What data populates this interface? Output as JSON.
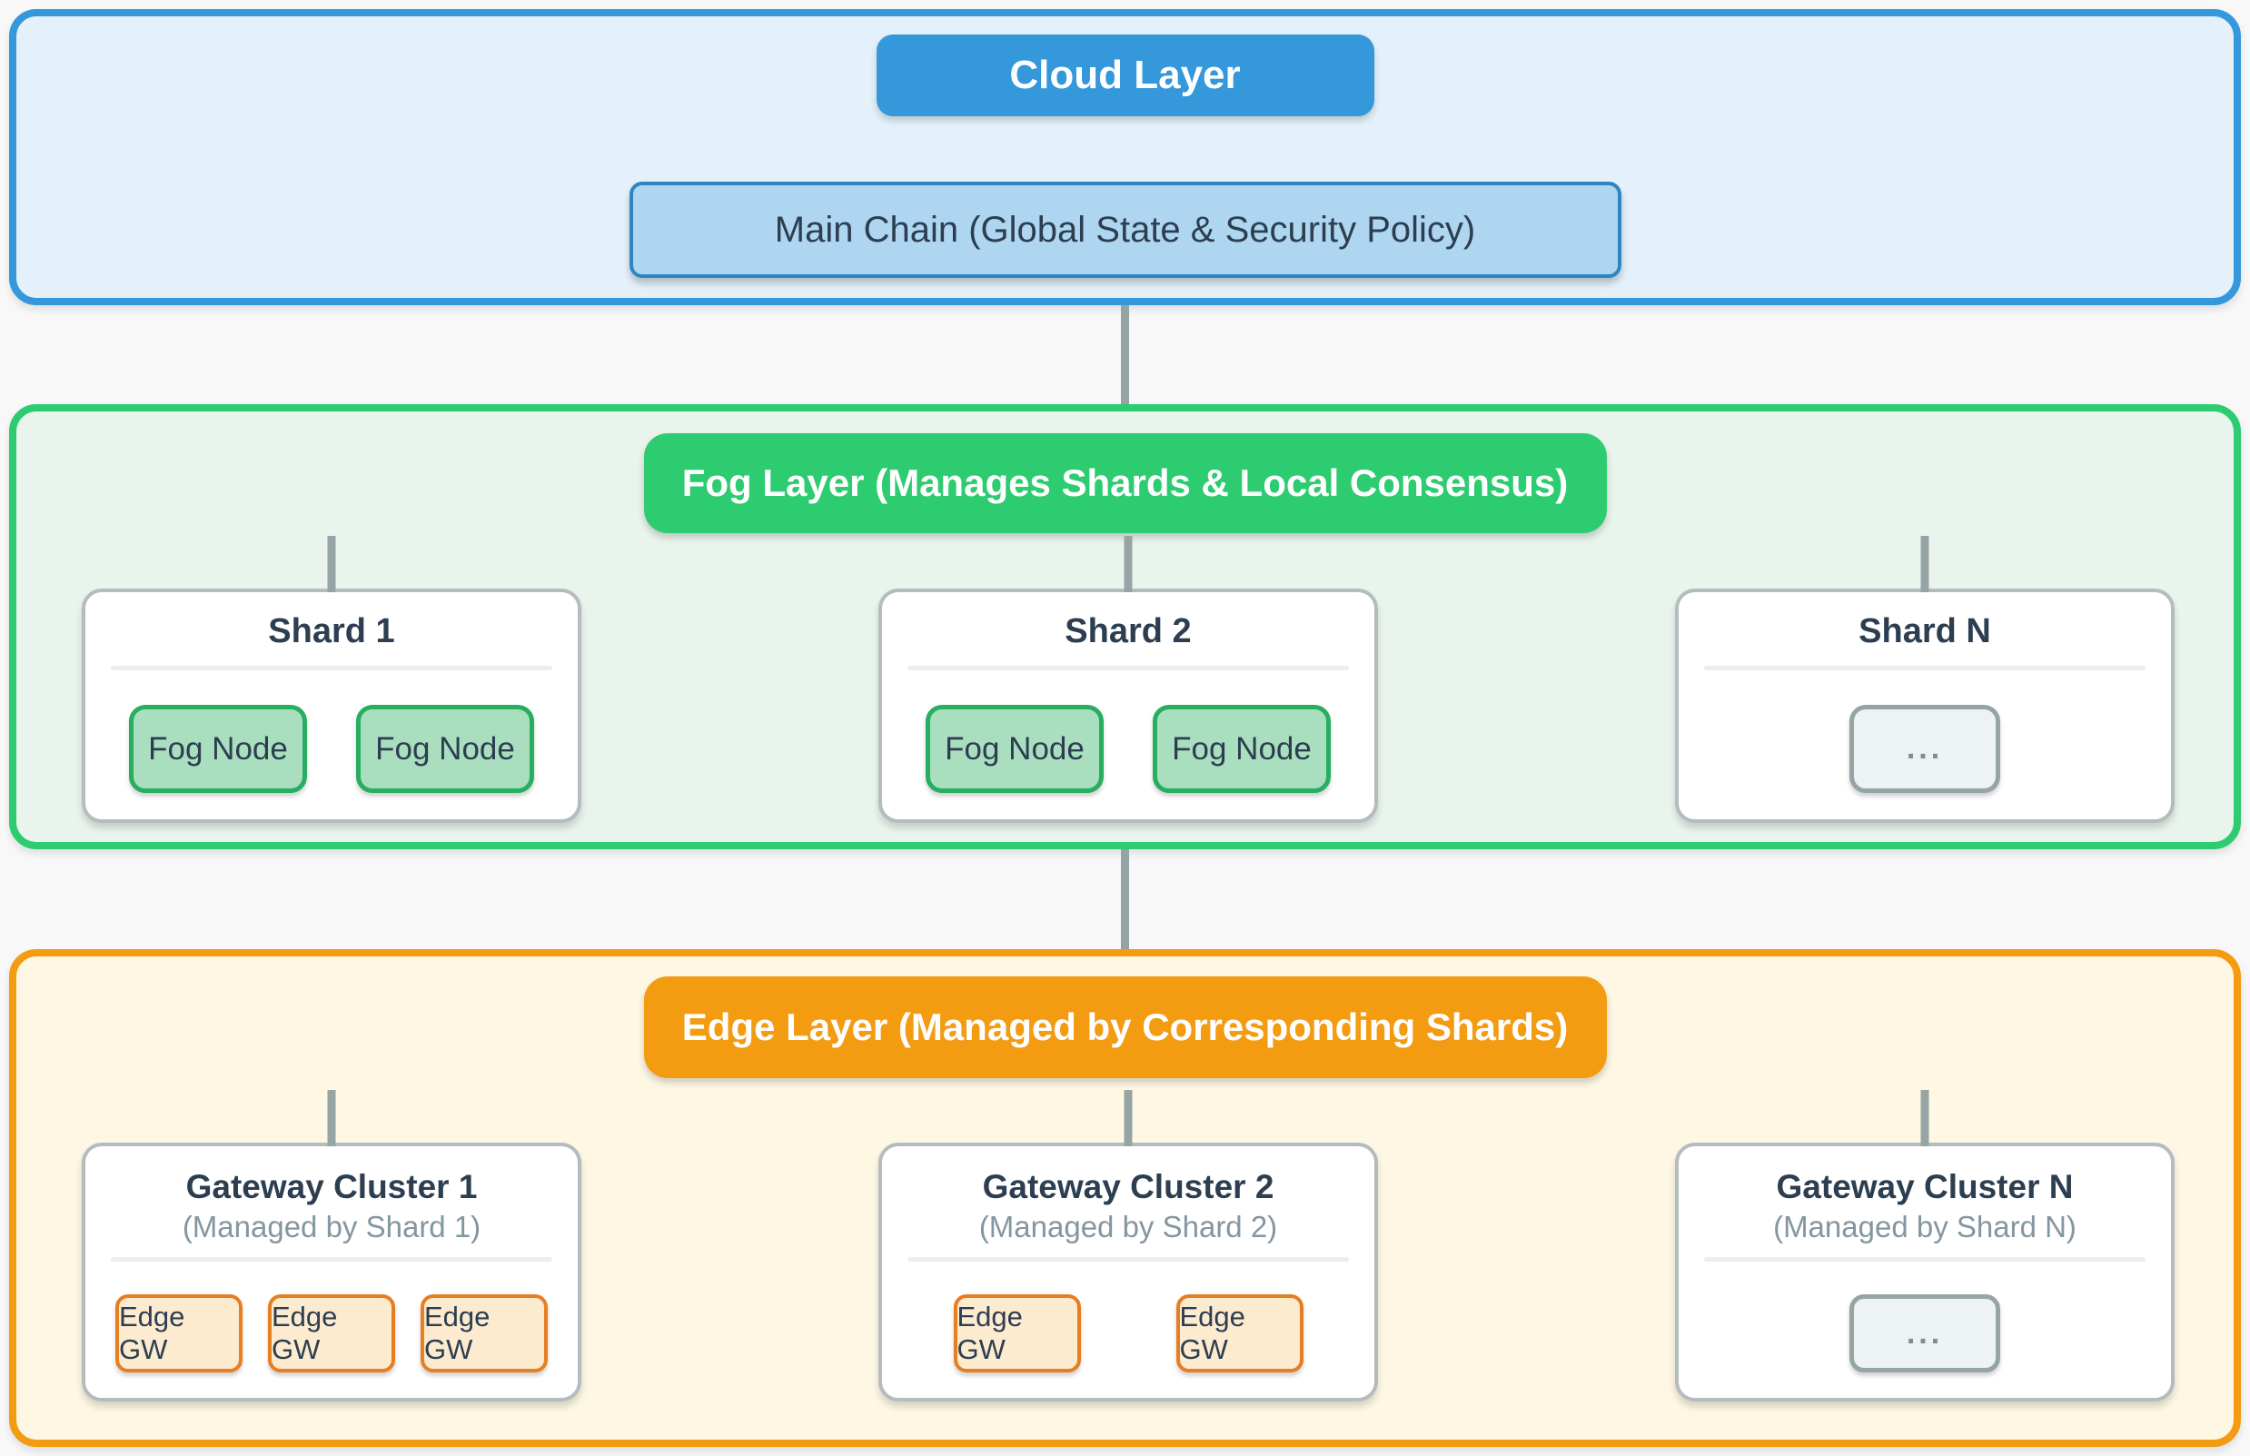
{
  "page": {
    "background": "#f8f8f9",
    "connector_color": "#95a5a6"
  },
  "cloud_layer": {
    "title": "Cloud Layer",
    "accent": "#3498db",
    "background": "#e4f1fb",
    "main_chain": {
      "label": "Main Chain (Global State & Security Policy)",
      "background": "#aed6f1",
      "border": "#2e86c1"
    }
  },
  "fog_layer": {
    "title": "Fog Layer (Manages Shards & Local Consensus)",
    "accent": "#2ecc71",
    "background": "#e9f4ec",
    "node_style": {
      "background": "#a9dfbf",
      "border": "#27ae60"
    },
    "shards": [
      {
        "title": "Shard 1",
        "nodes": [
          "Fog Node",
          "Fog Node"
        ]
      },
      {
        "title": "Shard 2",
        "nodes": [
          "Fog Node",
          "Fog Node"
        ]
      },
      {
        "title": "Shard N",
        "placeholder": "..."
      }
    ]
  },
  "edge_layer": {
    "title": "Edge Layer (Managed by Corresponding Shards)",
    "accent": "#f39c12",
    "background": "#fdf7e3",
    "node_style": {
      "background": "#fdebd0",
      "border": "#e67e22"
    },
    "clusters": [
      {
        "title": "Gateway Cluster 1",
        "subtitle": "(Managed by Shard 1)",
        "nodes": [
          "Edge GW",
          "Edge GW",
          "Edge GW"
        ]
      },
      {
        "title": "Gateway Cluster 2",
        "subtitle": "(Managed by Shard 2)",
        "nodes": [
          "Edge GW",
          "Edge GW"
        ]
      },
      {
        "title": "Gateway Cluster N",
        "subtitle": "(Managed by Shard N)",
        "placeholder": "..."
      }
    ]
  }
}
